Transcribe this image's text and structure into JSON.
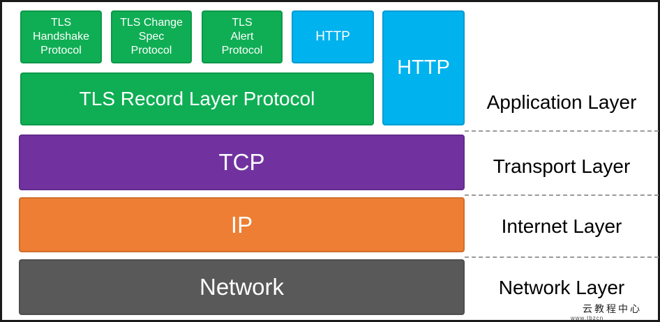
{
  "colors": {
    "tls_green": "#0fae54",
    "http_blue": "#00b2ee",
    "tcp_purple": "#7132a0",
    "ip_orange": "#ee7e33",
    "network_gray": "#595959"
  },
  "stack": {
    "tls_handshake": "TLS\nHandshake\nProtocol",
    "tls_change_spec": "TLS Change\nSpec\nProtocol",
    "tls_alert": "TLS\nAlert\nProtocol",
    "http_small": "HTTP",
    "http_tall": "HTTP",
    "tls_record": "TLS Record Layer Protocol",
    "tcp": "TCP",
    "ip": "IP",
    "network": "Network"
  },
  "layers": {
    "application": "Application Layer",
    "transport": "Transport Layer",
    "internet": "Internet Layer",
    "network": "Network Layer"
  },
  "watermark": {
    "cn": "云教程中心",
    "url": "www.tbzcn"
  }
}
